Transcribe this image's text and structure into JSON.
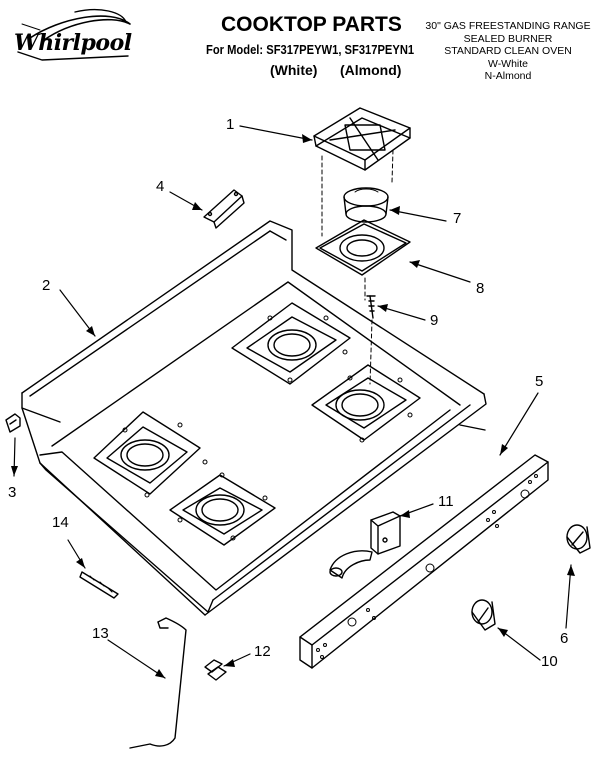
{
  "header": {
    "brand": "Whirlpool",
    "title": "COOKTOP PARTS",
    "model_line": "For Model: SF317PEYW1, SF317PEYN1",
    "version_white": "(White)",
    "version_almond": "(Almond)"
  },
  "description": {
    "lines": [
      "30\" GAS FREESTANDING RANGE",
      "SEALED BURNER",
      "STANDARD CLEAN OVEN",
      "W-White",
      "N-Almond"
    ]
  },
  "callouts": [
    "1",
    "2",
    "3",
    "4",
    "5",
    "6",
    "7",
    "8",
    "9",
    "10",
    "11",
    "12",
    "13",
    "14"
  ]
}
